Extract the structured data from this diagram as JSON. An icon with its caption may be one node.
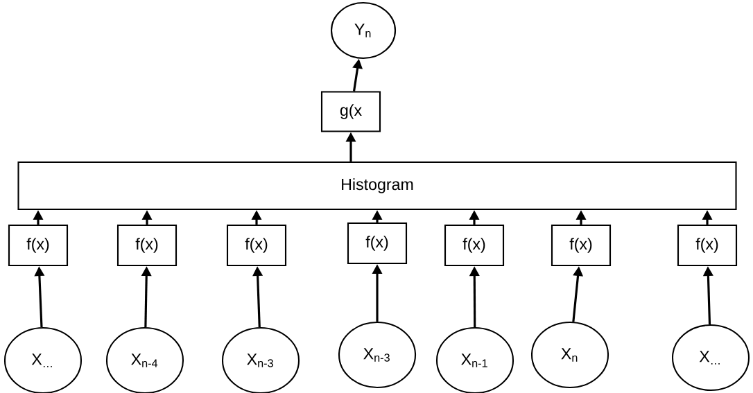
{
  "diagram": {
    "nodes": [
      {
        "text": [
          "Y$_{n}$"
        ]
      },
      {
        "text": [
          "g(x"
        ]
      },
      {
        "text": [
          "Histogram"
        ]
      },
      {
        "text": [
          "f(x)"
        ]
      },
      {
        "text": [
          "f(x)"
        ]
      },
      {
        "text": [
          "f(x)"
        ]
      },
      {
        "text": [
          "f(x)"
        ]
      },
      {
        "text": [
          "f(x)"
        ]
      },
      {
        "text": [
          "f(x)"
        ]
      },
      {
        "text": [
          "f(x)"
        ]
      },
      {
        "text": [
          "X$_{…}$"
        ]
      },
      {
        "text": [
          "X$_{n-4}$"
        ]
      },
      {
        "text": [
          "X$_{n-3}$"
        ]
      },
      {
        "text": [
          "X$_{n-3}$"
        ]
      },
      {
        "text": [
          "X$_{n-1}$"
        ]
      },
      {
        "text": [
          "X$_{n}$"
        ]
      },
      {
        "text": [
          "X$_{…}$"
        ]
      }
    ],
    "edges": [
      {
        "from": 10,
        "to": 3,
        "arrow": "to"
      },
      {
        "from": 11,
        "to": 4,
        "arrow": "to"
      },
      {
        "from": 12,
        "to": 5,
        "arrow": "to"
      },
      {
        "from": 13,
        "to": 6,
        "arrow": "to"
      },
      {
        "from": 14,
        "to": 7,
        "arrow": "to"
      },
      {
        "from": 15,
        "to": 8,
        "arrow": "to"
      },
      {
        "from": 16,
        "to": 9,
        "arrow": "to"
      },
      {
        "from": 3,
        "to": 2,
        "arrow": "to"
      },
      {
        "from": 4,
        "to": 2,
        "arrow": "to"
      },
      {
        "from": 5,
        "to": 2,
        "arrow": "to"
      },
      {
        "from": 6,
        "to": 2,
        "arrow": "to"
      },
      {
        "from": 7,
        "to": 2,
        "arrow": "to"
      },
      {
        "from": 8,
        "to": 2,
        "arrow": "to"
      },
      {
        "from": 9,
        "to": 2,
        "arrow": "to"
      },
      {
        "from": 2,
        "to": 1,
        "arrow": "to"
      },
      {
        "from": 1,
        "to": 0,
        "arrow": "to"
      }
    ]
  }
}
